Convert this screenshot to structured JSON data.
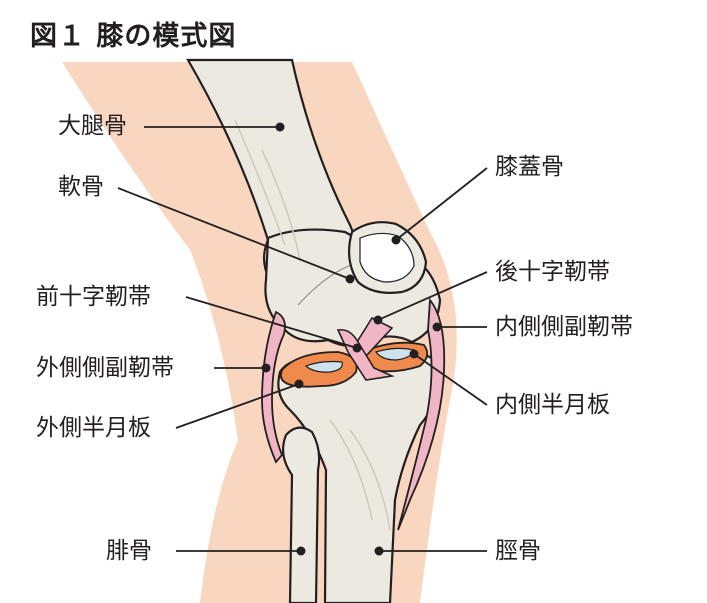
{
  "title": "図１ 膝の模式図",
  "labels": {
    "femur": "大腿骨",
    "cartilage": "軟骨",
    "patella": "膝蓋骨",
    "acl": "前十字靭帯",
    "pcl": "後十字靭帯",
    "mcl": "内側側副靭帯",
    "lcl": "外側側副靭帯",
    "lateral_meniscus": "外側半月板",
    "medial_meniscus": "内側半月板",
    "fibula": "腓骨",
    "tibia": "脛骨"
  },
  "colors": {
    "skin": "#f8d6bf",
    "bone": "#ece9e0",
    "outline": "#231f20",
    "ligament": "#f0b6c6",
    "meniscus": "#ef8a4c",
    "meniscus_inner": "#cfe3ef"
  }
}
